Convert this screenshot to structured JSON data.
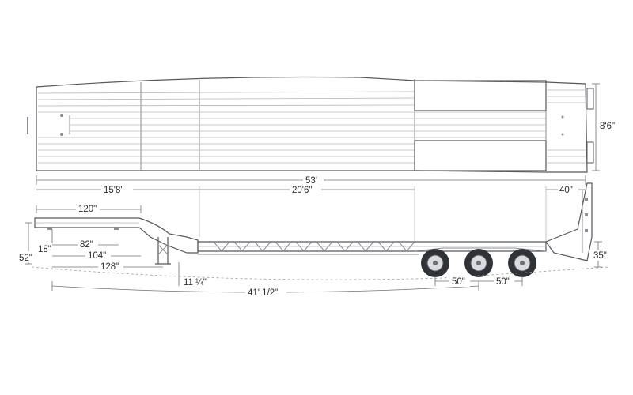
{
  "diagram": {
    "dimensions": {
      "overall_length": "53'",
      "upper_deck_length": "15'8\"",
      "well_length": "20'6\"",
      "rear_deck": "40\"",
      "overall_width": "8'6\"",
      "gooseneck_upper": "120\"",
      "gooseneck_82": "82\"",
      "gooseneck_104": "104\"",
      "gooseneck_128": "128\"",
      "height_18": "18\"",
      "height_52": "52\"",
      "kingpin_offset": "11 ¼\"",
      "kingpin_to_axle": "41' 1/2\"",
      "axle_spacing_1": "50\"",
      "axle_spacing_2": "50\"",
      "rear_height": "35\""
    },
    "colors": {
      "line": "#8a8d93",
      "dark_line": "#55585d",
      "text": "#2a2c30",
      "tire": "#2f3236"
    }
  }
}
